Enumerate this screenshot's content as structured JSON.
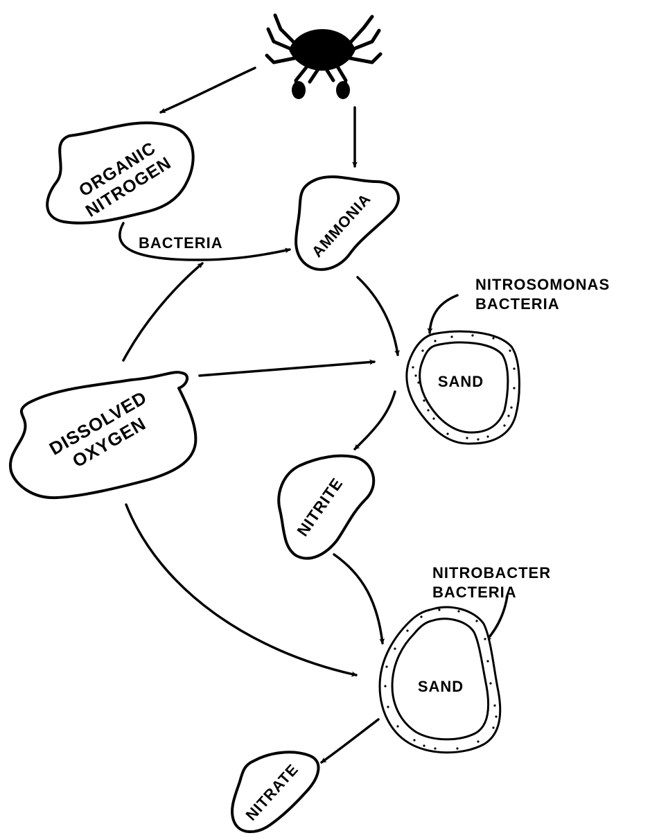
{
  "colors": {
    "ink": "#000000",
    "paper": "#ffffff"
  },
  "source": {
    "icon": "crab-icon"
  },
  "nodes": {
    "organic_nitrogen": {
      "line1": "ORGANIC",
      "line2": "NITROGEN"
    },
    "ammonia": {
      "label": "AMMONIA"
    },
    "dissolved_oxygen": {
      "line1": "DISSOLVED",
      "line2": "OXYGEN"
    },
    "sand_1": {
      "label": "SAND"
    },
    "nitrite": {
      "label": "NITRITE"
    },
    "sand_2": {
      "label": "SAND"
    },
    "nitrate": {
      "label": "NITRATE"
    }
  },
  "labels": {
    "bacteria": "BACTERIA",
    "nitrosomonas": {
      "line1": "NITROSOMONAS",
      "line2": "BACTERIA"
    },
    "nitrobacter": {
      "line1": "NITROBACTER",
      "line2": "BACTERIA"
    }
  }
}
